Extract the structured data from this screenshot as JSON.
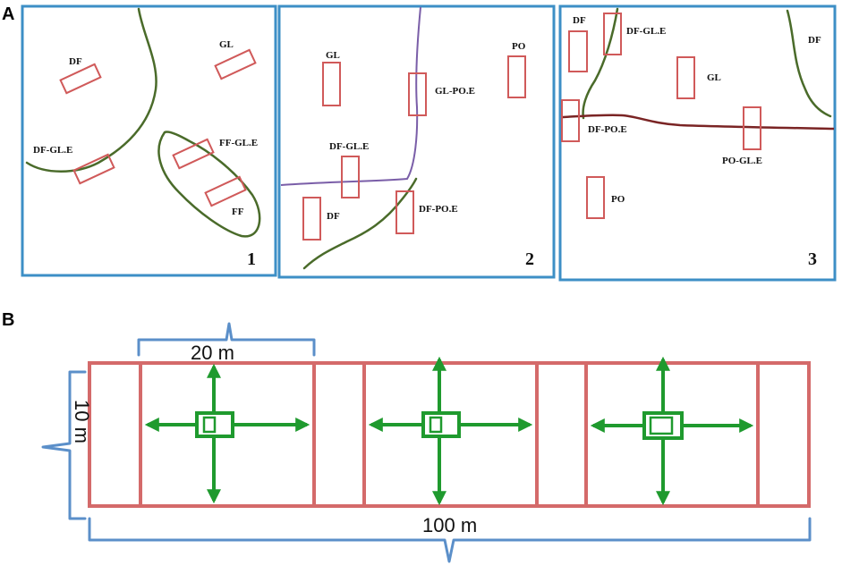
{
  "panel_a": {
    "letter": "A",
    "subpanels": [
      {
        "number": "1",
        "labels": [
          "DF",
          "GL",
          "DF-GL.E",
          "FF-GL.E",
          "FF"
        ]
      },
      {
        "number": "2",
        "labels": [
          "GL",
          "PO",
          "GL-PO.E",
          "DF-GL.E",
          "DF",
          "DF-PO.E"
        ]
      },
      {
        "number": "3",
        "labels": [
          "DF",
          "DF-GL.E",
          "DF",
          "GL",
          "DF-PO.E",
          "PO-GL.E",
          "PO"
        ]
      }
    ]
  },
  "panel_b": {
    "letter": "B",
    "width_label": "20 m",
    "height_label": "10 m",
    "length_label": "100 m"
  },
  "colors": {
    "frame": "#3d8fc6",
    "plot": "#d05a5a",
    "vegetation_boundary": "#4a6b2a",
    "road": "#7a5ea8",
    "river": "#7a2424",
    "arrows": "#1f9a2e",
    "braces": "#5b8fc9"
  }
}
